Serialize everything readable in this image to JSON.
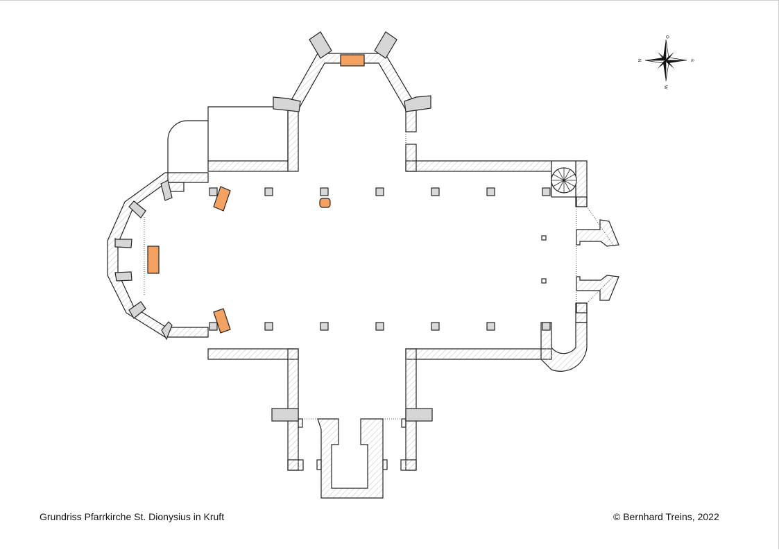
{
  "document": {
    "caption": "Grundriss Pfarrkirche St. Dionysius in Kruft",
    "copyright": "©  Bernhard Treins, 2022"
  },
  "compass": {
    "labels": {
      "top": "O",
      "right": "S",
      "bottom": "W",
      "left": "N"
    }
  },
  "colors": {
    "wall_outline": "#222222",
    "wall_hatch": "#c8c8c8",
    "buttress_fill": "#d6d6d6",
    "altar_fill": "#f4a261",
    "pillar_fill": "#d9d9d9"
  }
}
